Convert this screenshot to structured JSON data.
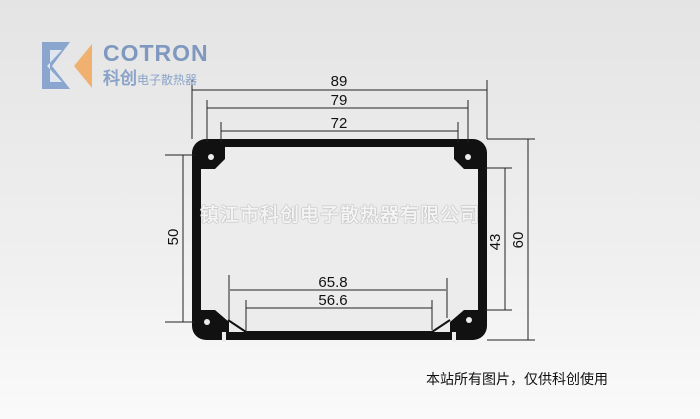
{
  "logo": {
    "en": "COTRON",
    "cn_main": "科创",
    "cn_sub": "电子散热器",
    "colors": {
      "blue": "#7e98c0",
      "orange": "#f0b070"
    }
  },
  "watermark": "镇江市科创电子散热器有限公司",
  "notice": "本站所有图片，仅供科创使用",
  "dimensions": {
    "outer_width": "89",
    "mid_width": "79",
    "inner_width": "72",
    "left_height": "50",
    "inner_height": "43",
    "outer_height": "60",
    "bottom_outer": "65.8",
    "bottom_inner": "56.6"
  }
}
